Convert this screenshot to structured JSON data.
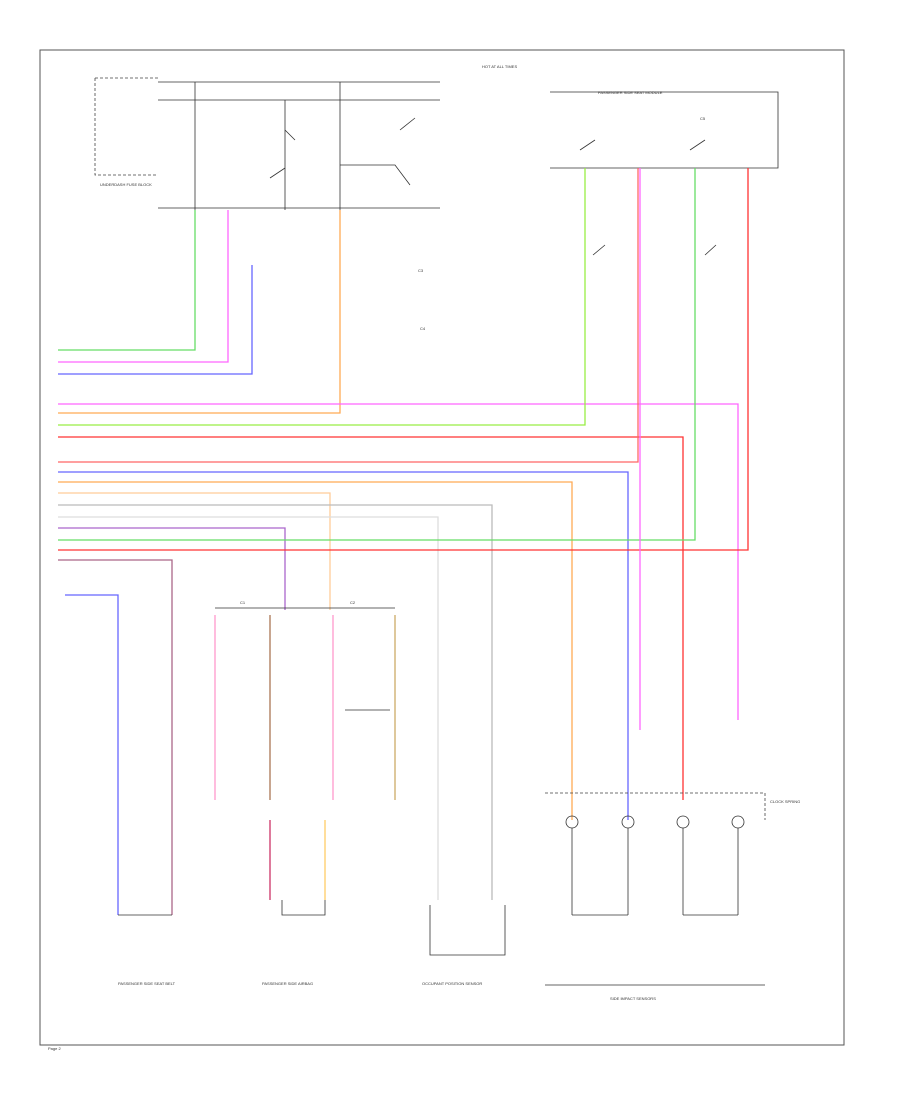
{
  "diagram": {
    "page_label": "Page 2",
    "top_labels": {
      "hot_at_all_times": "HOT AT ALL TIMES",
      "underdash": "UNDERDASH FUSE BLOCK",
      "right_module": "PASSENGER SIDE SEAT MODULE"
    },
    "bottom_labels": [
      "PASSENGER SIDE SEAT BELT",
      "PASSENGER SIDE AIRBAG",
      "OCCUPANT POSITION SENSOR",
      "SIDE IMPACT SENSORS"
    ],
    "right_side_label": "CLOCK SPRING",
    "connector_labels": [
      "C1",
      "C2",
      "C3",
      "C4",
      "C5"
    ],
    "wire_colors": {
      "green": "#66dd66",
      "pink": "#ff66ff",
      "blue": "#6666ff",
      "orange": "#ffaa55",
      "red": "#ff3333",
      "lightgreen": "#99ee44",
      "peach": "#ffcc99",
      "gray": "#bbbbbb",
      "purple": "#aa66cc",
      "brown": "#aa7755",
      "yellow": "#dddd33"
    }
  }
}
